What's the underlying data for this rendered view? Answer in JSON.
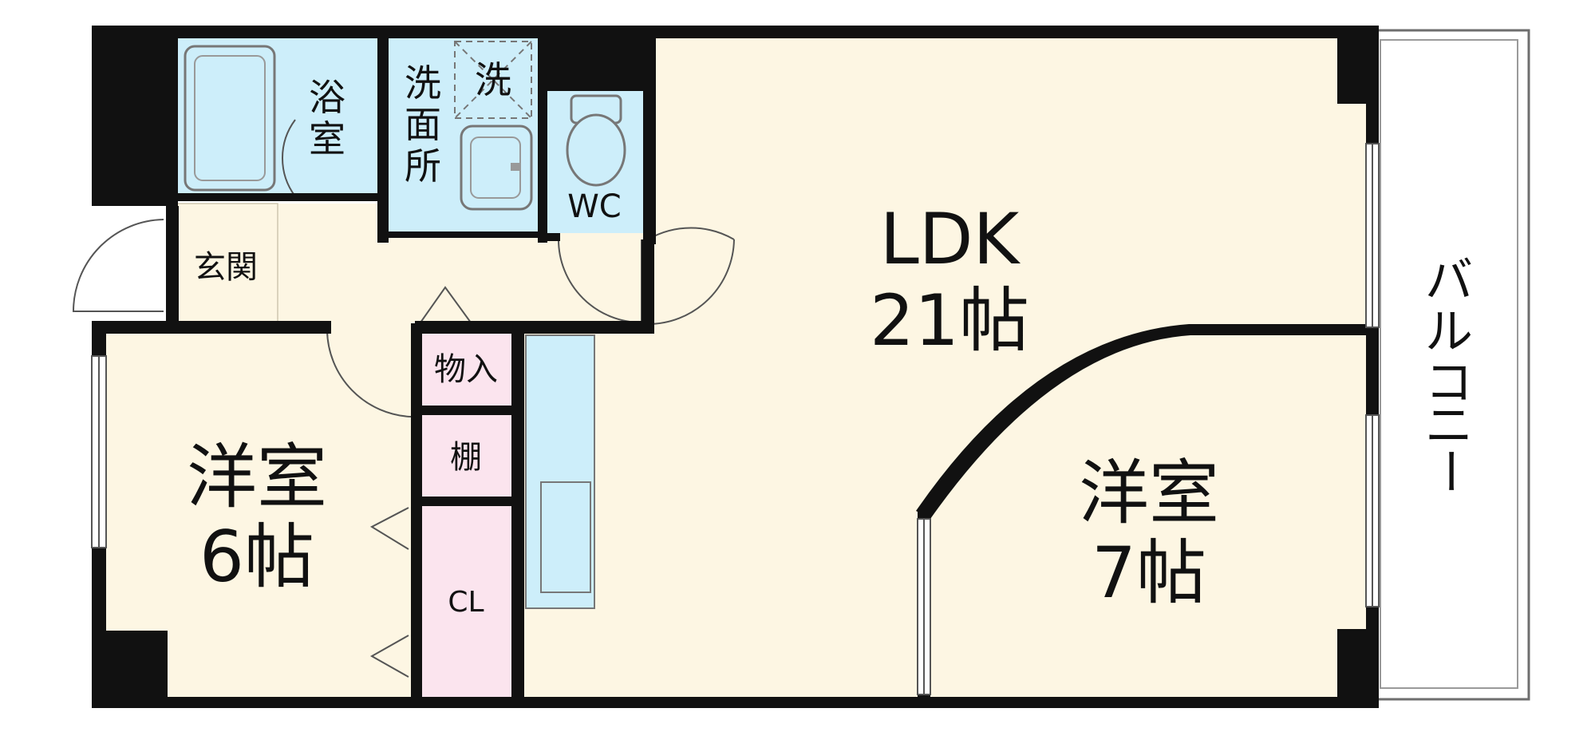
{
  "floor_plan": {
    "rooms": {
      "ldk": {
        "name": "LDK",
        "size": "21帖"
      },
      "western_6": {
        "name": "洋室",
        "size": "6帖"
      },
      "western_7": {
        "name": "洋室",
        "size": "7帖"
      },
      "bath": {
        "line1": "浴",
        "line2": "室"
      },
      "washroom": {
        "line1": "洗",
        "line2": "面",
        "line3": "所"
      },
      "washer": {
        "label": "洗"
      },
      "wc": {
        "label": "WC"
      },
      "entrance": {
        "label": "玄関"
      },
      "storage": {
        "label": "物入"
      },
      "shelf": {
        "label": "棚"
      },
      "closet": {
        "label": "CL"
      },
      "balcony": {
        "line1": "バ",
        "line2": "ル",
        "line3": "コ",
        "line4": "ニ",
        "line5": "ー"
      }
    },
    "colors": {
      "living_floor": "#fdf6e3",
      "wet_area": "#cdeefa",
      "storage_area": "#fbe4ee",
      "wall": "#111111",
      "window": "#ffffff"
    }
  }
}
